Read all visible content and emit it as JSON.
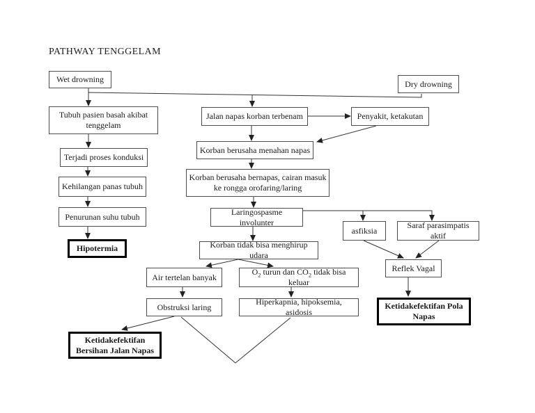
{
  "title": "PATHWAY TENGGELAM",
  "colors": {
    "background": "#ffffff",
    "box_border": "#4d4d4d",
    "bold_box_border": "#000000",
    "line": "#333333",
    "text": "#1a1a1a"
  },
  "nodes": {
    "wet_drowning": {
      "label": "Wet drowning"
    },
    "dry_drowning": {
      "label": "Dry drowning"
    },
    "tubuh_basah": {
      "label": "Tubuh pasien basah akibat tenggelam"
    },
    "jalan_napas": {
      "label": "Jalan napas korban terbenam"
    },
    "penyakit": {
      "label": "Penyakit, ketakutan"
    },
    "menahan_napas": {
      "label": "Korban berusaha menahan napas"
    },
    "proses_konduksi": {
      "label": "Terjadi proses konduksi"
    },
    "berusaha_bernapas": {
      "label": "Korban berusaha bernapas, cairan masuk ke rongga orofaring/laring"
    },
    "kehilangan_panas": {
      "label": "Kehilangan panas tubuh"
    },
    "penurunan_suhu": {
      "label": "Penurunan suhu tubuh"
    },
    "laringospasme": {
      "label": "Laringospasme involunter"
    },
    "asfiksia": {
      "label": "asfiksia"
    },
    "saraf_parasimpatis": {
      "label": "Saraf parasimpatis aktif"
    },
    "hipotermia": {
      "label": "Hipotermia"
    },
    "tidak_menghirup": {
      "label": "Korban tidak bisa menghirup udara"
    },
    "reflek_vagal": {
      "label": "Reflek Vagal"
    },
    "air_tertelan": {
      "label": "Air tertelan banyak"
    },
    "o2_turun": {
      "label": "O2 turun dan CO2 tidak bisa keluar",
      "parts": [
        "O",
        "2",
        " turun dan CO",
        "2",
        " tidak bisa keluar"
      ]
    },
    "obstruksi_laring": {
      "label": "Obstruksi laring"
    },
    "hiperkapnia": {
      "label": "Hiperkapnia, hipoksemia, asidosis"
    },
    "pola_napas": {
      "label": "Ketidakefektifan Pola Napas"
    },
    "bersihan_jalan": {
      "label": "Ketidakefektifan Bersihan Jalan Napas"
    }
  }
}
